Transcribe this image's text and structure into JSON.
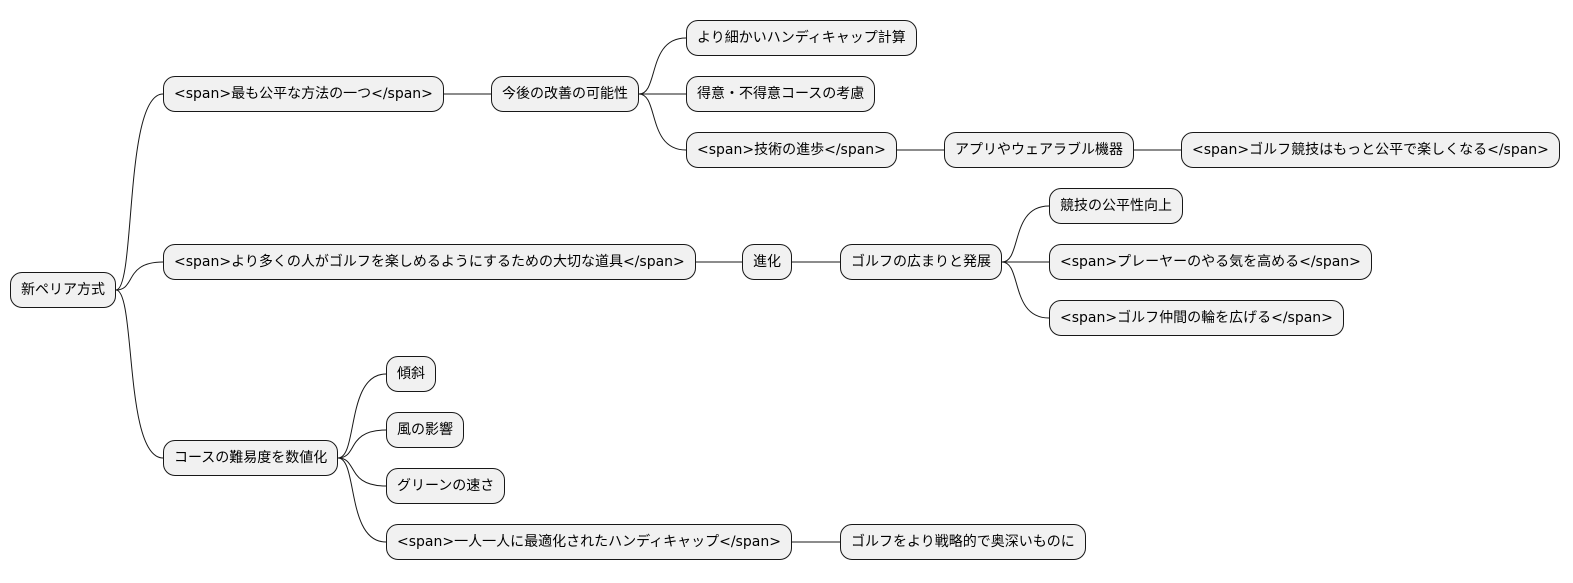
{
  "mindmap": {
    "root": {
      "label": "新ペリア方式",
      "children": [
        {
          "label": "<span>最も公平な方法の一つ</span>",
          "children": [
            {
              "label": "今後の改善の可能性",
              "children": [
                {
                  "label": "より細かいハンディキャップ計算",
                  "children": []
                },
                {
                  "label": "得意・不得意コースの考慮",
                  "children": []
                },
                {
                  "label": "<span>技術の進歩</span>",
                  "children": [
                    {
                      "label": "アプリやウェアラブル機器",
                      "children": [
                        {
                          "label": "<span>ゴルフ競技はもっと公平で楽しくなる</span>",
                          "children": []
                        }
                      ]
                    }
                  ]
                }
              ]
            }
          ]
        },
        {
          "label": "<span>より多くの人がゴルフを楽しめるようにするための大切な道具</span>",
          "children": [
            {
              "label": "進化",
              "children": [
                {
                  "label": "ゴルフの広まりと発展",
                  "children": [
                    {
                      "label": "競技の公平性向上",
                      "children": []
                    },
                    {
                      "label": "<span>プレーヤーのやる気を高める</span>",
                      "children": []
                    },
                    {
                      "label": "<span>ゴルフ仲間の輪を広げる</span>",
                      "children": []
                    }
                  ]
                }
              ]
            }
          ]
        },
        {
          "label": "コースの難易度を数値化",
          "children": [
            {
              "label": "傾斜",
              "children": []
            },
            {
              "label": "風の影響",
              "children": []
            },
            {
              "label": "グリーンの速さ",
              "children": []
            },
            {
              "label": "<span>一人一人に最適化されたハンディキャップ</span>",
              "children": [
                {
                  "label": "ゴルフをより戦略的で奥深いものに",
                  "children": []
                }
              ]
            }
          ]
        }
      ]
    }
  },
  "colors": {
    "node_fill": "#f1f1f1",
    "node_border": "#181818",
    "edge": "#181818",
    "text": "#000000",
    "background": "#ffffff"
  }
}
